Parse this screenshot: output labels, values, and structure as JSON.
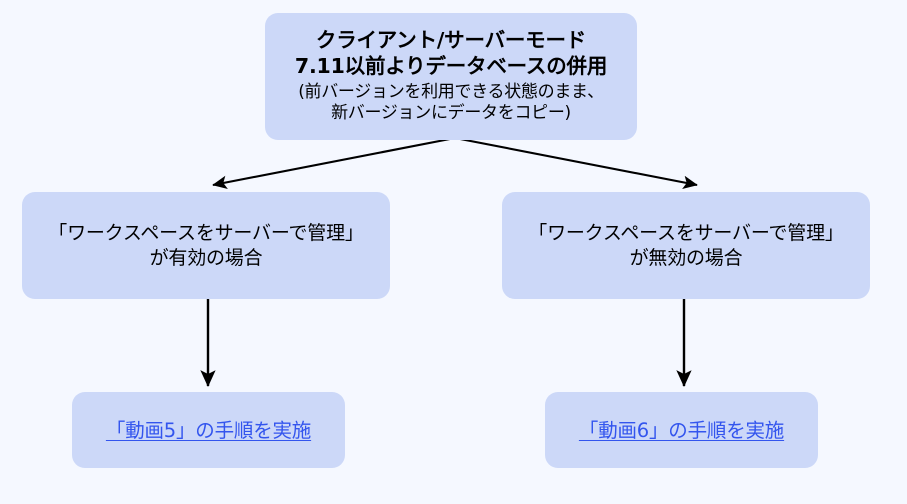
{
  "canvas": {
    "background_color": "#f5f8ff",
    "node_fill_color": "#ccd8f8",
    "arrow_color": "#000000",
    "link_color": "#3355ee",
    "text_color": "#000000"
  },
  "diagram": {
    "type": "flowchart",
    "root": {
      "id": "client-server-mode",
      "title_line1": "クライアント/サーバーモード",
      "title_line2": "7.11以前よりデータベースの併用",
      "note_line1": "(前バージョンを利用できる状態のまま、",
      "note_line2": "新バージョンにデータをコピー)"
    },
    "branches": [
      {
        "id": "workspace-server-managed-enabled",
        "condition_line1": "「ワークスペースをサーバーで管理」",
        "condition_line2": "が有効の場合",
        "action": {
          "id": "video5-procedure",
          "label": "「動画5」の手順を実施",
          "is_link": true
        }
      },
      {
        "id": "workspace-server-managed-disabled",
        "condition_line1": "「ワークスペースをサーバーで管理」",
        "condition_line2": "が無効の場合",
        "action": {
          "id": "video6-procedure",
          "label": "「動画6」の手順を実施",
          "is_link": true
        }
      }
    ],
    "connectors": [
      {
        "name": "root-to-enabled",
        "style": "elbow-arrow",
        "direction": "down-left"
      },
      {
        "name": "root-to-disabled",
        "style": "elbow-arrow",
        "direction": "down-right"
      },
      {
        "name": "enabled-to-video5",
        "style": "straight-arrow",
        "direction": "down"
      },
      {
        "name": "disabled-to-video6",
        "style": "straight-arrow",
        "direction": "down"
      }
    ]
  }
}
